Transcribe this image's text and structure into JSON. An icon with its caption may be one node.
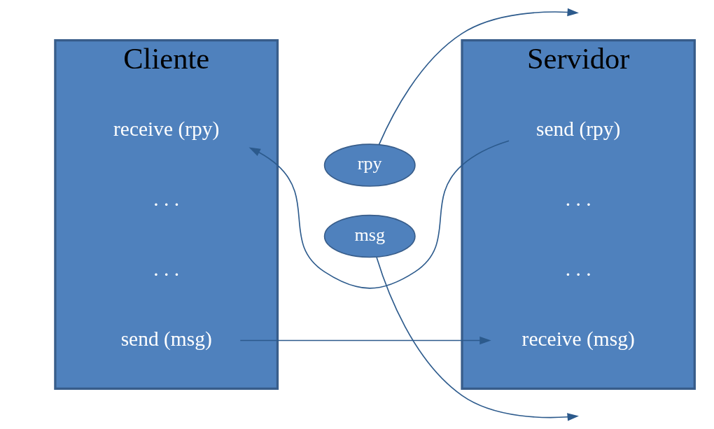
{
  "diagram": {
    "nodes": [
      {
        "text": [
          "Cliente"
        ]
      },
      {
        "text": [
          ". . ."
        ],
        "in": 0
      },
      {
        "text": [
          "send (msg)"
        ],
        "in": 0
      },
      {
        "text": [
          ". . ."
        ],
        "in": 0
      },
      {
        "text": [
          "receive (rpy)"
        ],
        "in": 0
      },
      {
        "text": [
          "Servidor"
        ]
      },
      {
        "text": [
          ". . ."
        ],
        "in": 5
      },
      {
        "text": [
          "receive (msg)"
        ],
        "in": 5
      },
      {
        "text": [
          ". . ."
        ],
        "in": 5
      },
      {
        "text": [
          "send (rpy)"
        ],
        "in": 5
      },
      {
        "text": [
          "msg"
        ]
      },
      {
        "text": [
          "rpy"
        ]
      }
    ],
    "edges": [
      {
        "from": 10,
        "to": null,
        "arrow": "to"
      },
      {
        "from": 2,
        "to": 7,
        "arrow": "to"
      },
      {
        "from": 11,
        "to": null,
        "arrow": "to"
      },
      {
        "from": 9,
        "to": 4,
        "arrow": "to"
      }
    ]
  }
}
